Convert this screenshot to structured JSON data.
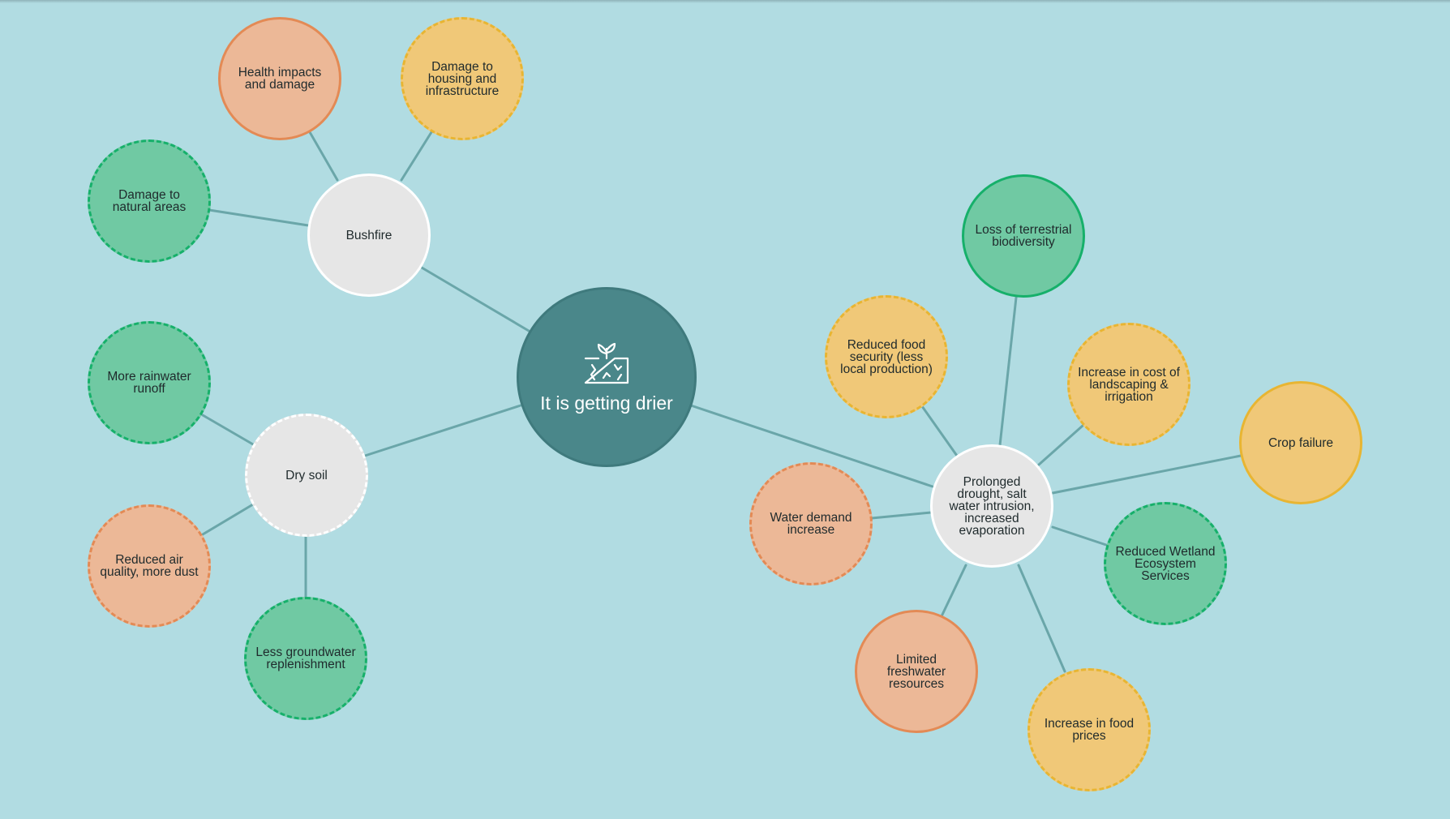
{
  "colors": {
    "background": "#b1dce2",
    "edge": "#6aa6a9",
    "center_fill": "#4a878a",
    "hub_fill": "#e6e6e6",
    "green_fill": "#70c9a3",
    "green_border": "#16b06a",
    "orange_fill": "#ecb897",
    "orange_border": "#e38a55",
    "yellow_fill": "#f0c878",
    "yellow_border": "#e8b532"
  },
  "center": {
    "label": "It is getting drier",
    "icon": "cracked-ground-sprout-icon"
  },
  "hubs": {
    "bushfire": "Bushfire",
    "dry_soil": "Dry soil",
    "drought": "Prolonged drought, salt water intrusion, increased evaporation"
  },
  "leaves": {
    "health_impacts": "Health impacts and damage",
    "damage_housing": "Damage to housing and infrastructure",
    "damage_natural": "Damage to natural areas",
    "rainwater_runoff": "More rainwater runoff",
    "air_quality": "Reduced air quality, more dust",
    "groundwater": "Less groundwater replenishment",
    "terrestrial_biodiversity": "Loss of terrestrial biodiversity",
    "food_security": "Reduced food security (less local production)",
    "landscaping_cost": "Increase in cost of landscaping & irrigation",
    "crop_failure": "Crop failure",
    "water_demand": "Water demand increase",
    "wetland_services": "Reduced Wetland Ecosystem Services",
    "freshwater": "Limited freshwater resources",
    "food_prices": "Increase in food prices"
  }
}
